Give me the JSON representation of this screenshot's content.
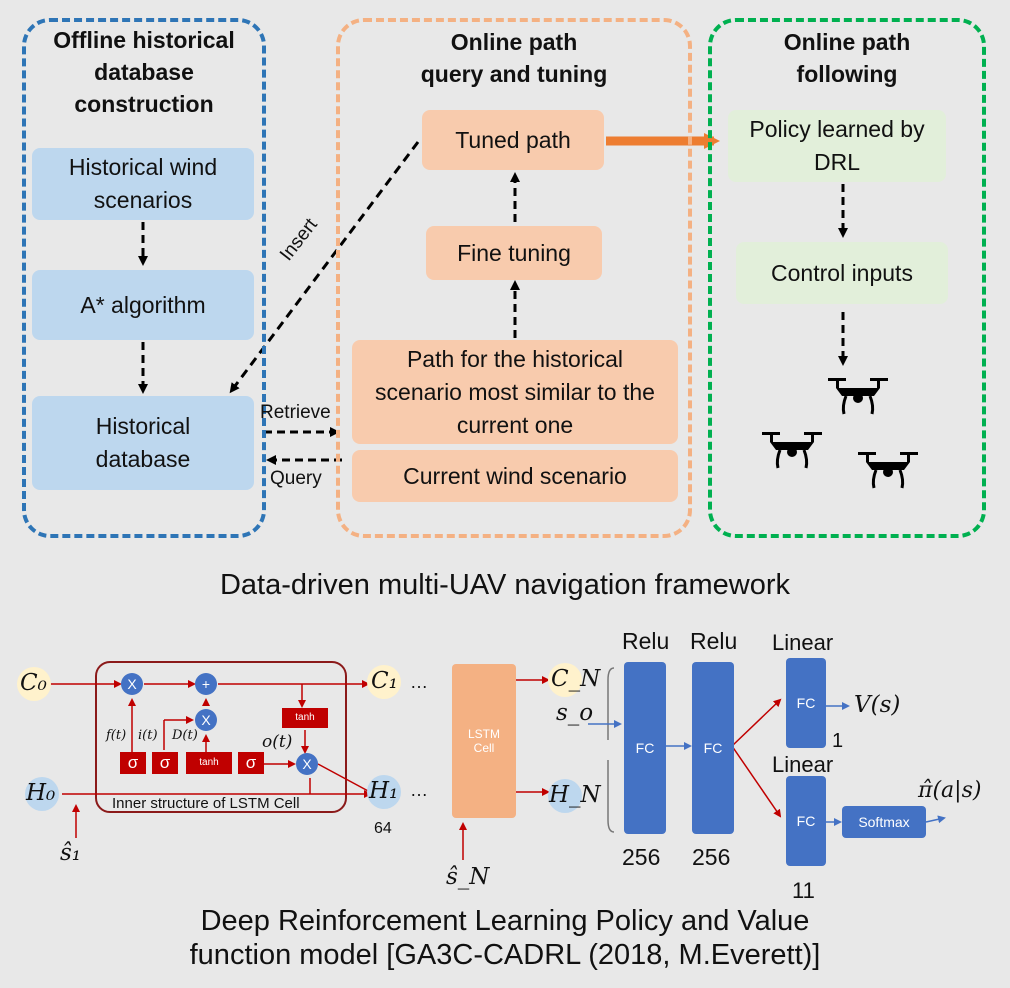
{
  "framework": {
    "caption": "Data-driven multi-UAV navigation framework",
    "offline": {
      "title_lines": [
        "Offline historical",
        "database",
        "construction"
      ],
      "box_wind": "Historical wind scenarios",
      "box_astar": "A* algorithm",
      "box_db": "Historical database"
    },
    "online_query": {
      "title_lines": [
        "Online path",
        "query and tuning"
      ],
      "box_tuned": "Tuned path",
      "box_fine": "Fine tuning",
      "box_similar": "Path for the historical scenario most similar to the current one",
      "box_current": "Current wind scenario"
    },
    "online_follow": {
      "title_lines": [
        "Online path",
        "following"
      ],
      "box_policy": "Policy learned by DRL",
      "box_control": "Control inputs"
    },
    "arrow_labels": {
      "insert": "Insert",
      "retrieve": "Retrieve",
      "query": "Query"
    },
    "icons": [
      "drone-icon",
      "drone-icon",
      "drone-icon"
    ],
    "colors": {
      "blue_panel": "#2e75b6",
      "orange_panel": "#f4b183",
      "green_panel": "#00b050",
      "blue_box": "#bdd7ee",
      "orange_box": "#f8cbad",
      "green_box": "#e2efda",
      "arrow_orange": "#ed7d31"
    }
  },
  "model": {
    "caption_lines": [
      "Deep Reinforcement Learning Policy and Value",
      "function model [GA3C-CADRL (2018, M.Everett)]"
    ],
    "lstm_inner_caption": "Inner structure of LSTM Cell",
    "nodes": {
      "c0": "C₀",
      "h0": "H₀",
      "c1": "C₁",
      "h1": "H₁",
      "cn": "C_N",
      "hn": "H_N",
      "s1": "ŝ₁",
      "sn": "ŝ_N",
      "so": "s_o"
    },
    "gates": {
      "f": "f(t)",
      "i": "i(t)",
      "d": "D(t)",
      "o": "o(t)",
      "tanh": "tanh",
      "sigma": "σ"
    },
    "ellipsis": "…",
    "lstm_cell": "LSTM Cell",
    "hidden_size": "64",
    "layers": [
      {
        "act": "Relu",
        "name": "FC",
        "size": "256"
      },
      {
        "act": "Relu",
        "name": "FC",
        "size": "256"
      },
      {
        "act": "Linear",
        "name": "FC",
        "size": "1"
      },
      {
        "act": "Linear",
        "name": "FC",
        "size": "11"
      }
    ],
    "softmax": "Softmax",
    "value_out": "V(s)",
    "policy_out": "π̂(a|s)",
    "colors": {
      "fc": "#4472c4",
      "lstm": "#f4b183",
      "gate": "#c00000",
      "node_yellow": "#fff2cc",
      "node_blue": "#bdd7ee",
      "red_line": "#c00000"
    }
  }
}
